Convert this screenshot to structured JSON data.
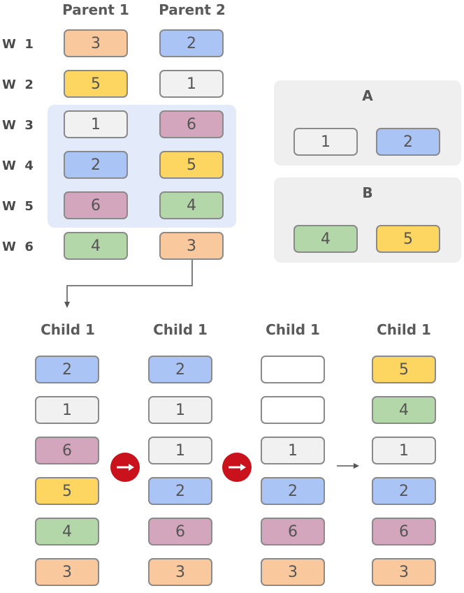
{
  "parents": {
    "header1": "Parent 1",
    "header2": "Parent 2",
    "row_labels": [
      "W  1",
      "W  2",
      "W  3",
      "W  4",
      "W  5",
      "W  6"
    ],
    "parent1": [
      "3",
      "5",
      "1",
      "2",
      "6",
      "4"
    ],
    "parent2": [
      "2",
      "1",
      "6",
      "5",
      "4",
      "3"
    ]
  },
  "groups": {
    "a_label": "A",
    "a_values": [
      "1",
      "2"
    ],
    "b_label": "B",
    "b_values": [
      "4",
      "5"
    ]
  },
  "children": {
    "headers": [
      "Child 1",
      "Child 1",
      "Child 1",
      "Child 1"
    ],
    "columns": [
      [
        "2",
        "1",
        "6",
        "5",
        "4",
        "3"
      ],
      [
        "2",
        "1",
        "1",
        "2",
        "6",
        "3"
      ],
      [
        "",
        "",
        "1",
        "2",
        "6",
        "3"
      ],
      [
        "5",
        "4",
        "1",
        "2",
        "6",
        "3"
      ]
    ]
  },
  "colors": {
    "1": "#f1f1f1",
    "2": "#a9c4f5",
    "3": "#f9c99d",
    "4": "#b3d7a8",
    "5": "#fdd662",
    "6": "#d4a6bd",
    "arrow_circle": "#c9121b"
  }
}
